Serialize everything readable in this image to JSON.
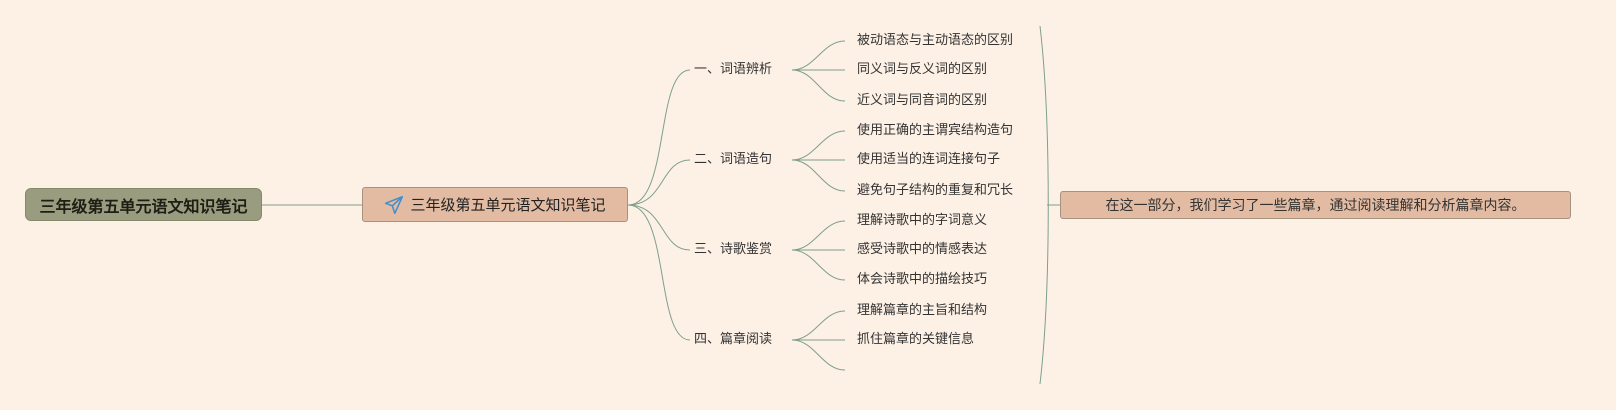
{
  "root": {
    "label": "三年级第五单元语文知识笔记"
  },
  "center": {
    "label": "三年级第五单元语文知识笔记",
    "icon": "paper-plane-icon"
  },
  "branches": [
    {
      "label": "一、词语辨析",
      "items": [
        "被动语态与主动语态的区别",
        "同义词与反义词的区别",
        "近义词与同音词的区别"
      ]
    },
    {
      "label": "二、词语造句",
      "items": [
        "使用正确的主谓宾结构造句",
        "使用适当的连词连接句子",
        "避免句子结构的重复和冗长"
      ]
    },
    {
      "label": "三、诗歌鉴赏",
      "items": [
        "理解诗歌中的字词意义",
        "感受诗歌中的情感表达",
        "体会诗歌中的描绘技巧"
      ]
    },
    {
      "label": "四、篇章阅读",
      "items": [
        "理解篇章的主旨和结构",
        "抓住篇章的关键信息",
        ""
      ]
    }
  ],
  "summary": {
    "text": "在这一部分，我们学习了一些篇章，通过阅读理解和分析篇章内容。"
  },
  "colors": {
    "background": "#fdf1e6",
    "root_fill": "#9a9c7f",
    "topic_fill": "#e2bba2",
    "connector": "#7f9f8c",
    "plane_icon": "#3f8fcb"
  }
}
